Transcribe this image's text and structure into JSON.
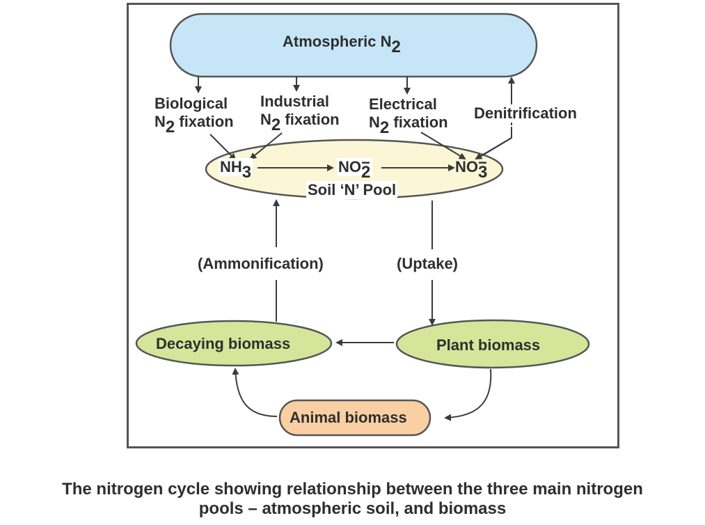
{
  "diagram": {
    "title": "Nitrogen cycle",
    "pools": {
      "atmosphere": {
        "label": "Atmospheric N",
        "subscript": "2",
        "fill": "#c6e6f7"
      },
      "soil": {
        "label": "Soil ‘N’ Pool",
        "fill": "#fbf7d6"
      },
      "decaying": {
        "label": "Decaying biomass",
        "fill": "#d6e59a"
      },
      "plant": {
        "label": "Plant biomass",
        "fill": "#d6e59a"
      },
      "animal": {
        "label": "Animal biomass",
        "fill": "#f9cfa3"
      }
    },
    "species": {
      "nh3": {
        "base": "NH",
        "sub": "3"
      },
      "no2": {
        "base": "NO",
        "sub": "2",
        "sup": "−"
      },
      "no3": {
        "base": "NO",
        "sub": "3",
        "sup": "−"
      }
    },
    "processes": {
      "biological": {
        "line1": "Biological",
        "line2_base": "N",
        "line2_sub": "2",
        "line2_rest": " fixation"
      },
      "industrial": {
        "line1": "Industrial",
        "line2_base": "N",
        "line2_sub": "2",
        "line2_rest": " fixation"
      },
      "electrical": {
        "line1": "Electrical",
        "line2_base": "N",
        "line2_sub": "2",
        "line2_rest": " fixation"
      },
      "denitrification": {
        "label": "Denitrification"
      },
      "ammonification": {
        "label": "(Ammonification)"
      },
      "uptake": {
        "label": "(Uptake)"
      }
    },
    "stroke_color": "#444444"
  },
  "caption": {
    "line1": "The nitrogen cycle showing relationship between the three main nitrogen",
    "line2": "pools – atmospheric soil, and biomass"
  }
}
